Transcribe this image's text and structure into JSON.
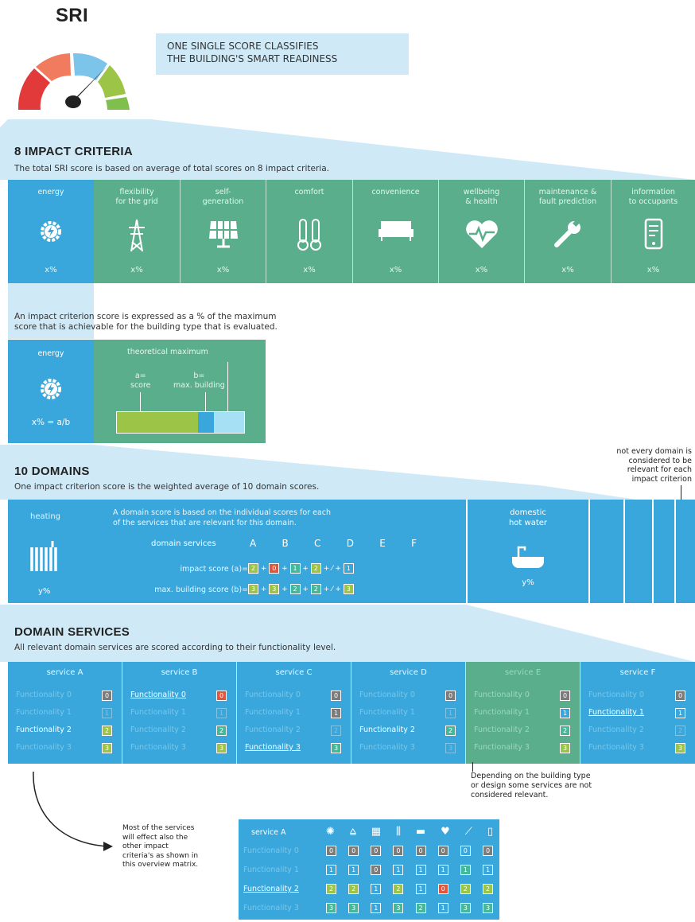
{
  "sri_title": "SRI",
  "intro": {
    "line1": "ONE SINGLE SCORE CLASSIFIES",
    "line2": "THE BUILDING'S SMART READINESS"
  },
  "impact": {
    "heading": "8 IMPACT CRITERIA",
    "subtitle": "The total SRI score is based on average of total scores on 8 impact criteria.",
    "criteria": [
      {
        "l1": "energy",
        "l2": "",
        "pct": "x%",
        "icon": "gear-bolt-icon"
      },
      {
        "l1": "flexibility",
        "l2": "for the grid",
        "pct": "x%",
        "icon": "power-tower-icon"
      },
      {
        "l1": "self-",
        "l2": "generation",
        "pct": "x%",
        "icon": "solar-panel-icon"
      },
      {
        "l1": "comfort",
        "l2": "",
        "pct": "x%",
        "icon": "thermometer-icon"
      },
      {
        "l1": "convenience",
        "l2": "",
        "pct": "x%",
        "icon": "sofa-icon"
      },
      {
        "l1": "wellbeing",
        "l2": "& health",
        "pct": "x%",
        "icon": "heart-pulse-icon"
      },
      {
        "l1": "maintenance &",
        "l2": "fault prediction",
        "pct": "x%",
        "icon": "wrench-icon"
      },
      {
        "l1": "information",
        "l2": "to occupants",
        "pct": "x%",
        "icon": "smartphone-icon"
      }
    ]
  },
  "explain": {
    "line1": "An impact criterion score is expressed as a % of the maximum",
    "line2": "score that is achievable for the building type that is evaluated.",
    "energy_label": "energy",
    "formula": "x% = a/b",
    "theoretical": "theoretical maximum",
    "a_label1": "a=",
    "a_label2": "score",
    "b_label1": "b=",
    "b_label2": "max. building"
  },
  "domains": {
    "heading": "10 DOMAINS",
    "subtitle": "One impact criterion score is the weighted average of 10 domain scores.",
    "note": [
      "not every domain is",
      "considered to be",
      "relevant for each",
      "impact criterion"
    ],
    "heating": "heating",
    "heating_pct": "y%",
    "desc1": "A domain score is based on the individual scores for each",
    "desc2": "of the services that are relevant for this domain.",
    "services_label": "domain services",
    "letters": [
      "A",
      "B",
      "C",
      "D",
      "E",
      "F"
    ],
    "impact_row_label": "impact score (a)=",
    "max_row_label": "max. building score (b)=",
    "impact_vals": [
      "2",
      "0",
      "1",
      "2",
      "",
      "1"
    ],
    "max_vals": [
      "3",
      "3",
      "2",
      "2",
      "",
      "3"
    ],
    "dhw1": "domestic",
    "dhw2": "hot water",
    "dhw_pct": "y%"
  },
  "services": {
    "heading": "DOMAIN SERVICES",
    "subtitle": "All relevant domain services are scored according to their functionality level.",
    "columns": [
      {
        "name": "service A",
        "active": 2,
        "vals": [
          "0",
          "1",
          "2",
          "3"
        ]
      },
      {
        "name": "service B",
        "active": 0,
        "vals": [
          "0",
          "1",
          "2",
          "3"
        ]
      },
      {
        "name": "service C",
        "active": 3,
        "vals": [
          "0",
          "1",
          "2",
          "3"
        ]
      },
      {
        "name": "service D",
        "active": 2,
        "vals": [
          "0",
          "1",
          "2",
          "3"
        ]
      },
      {
        "name": "service E",
        "active": -1,
        "vals": [
          "0",
          "1",
          "2",
          "3"
        ]
      },
      {
        "name": "service F",
        "active": 1,
        "vals": [
          "0",
          "1",
          "2",
          "3"
        ]
      }
    ],
    "fn_prefix": [
      "Functionality 0",
      "Functionality 1",
      "Functionality 2",
      "Functionality 3"
    ],
    "note": [
      "Depending on the building type",
      "or design some services are not",
      "considered relevant."
    ]
  },
  "matrix": {
    "note": [
      "Most of the services",
      "will effect also the",
      "other impact",
      "criteria's as shown in",
      "this overview matrix."
    ],
    "title": "service A",
    "rows": [
      {
        "label": "Functionality 0",
        "vals": [
          "0",
          "0",
          "0",
          "0",
          "0",
          "0",
          "0",
          "0"
        ]
      },
      {
        "label": "Functionality 1",
        "vals": [
          "1",
          "1",
          "0",
          "1",
          "1",
          "1",
          "1",
          "1"
        ]
      },
      {
        "label": "Functionality 2",
        "vals": [
          "2",
          "2",
          "1",
          "2",
          "1",
          "0",
          "2",
          "2"
        ]
      },
      {
        "label": "Functionality 3",
        "vals": [
          "3",
          "3",
          "1",
          "3",
          "2",
          "1",
          "3",
          "3"
        ]
      }
    ]
  },
  "colors": {
    "blue": "#3aa7dc",
    "green": "#5aae8c",
    "light_blue": "#cfe9f7"
  }
}
